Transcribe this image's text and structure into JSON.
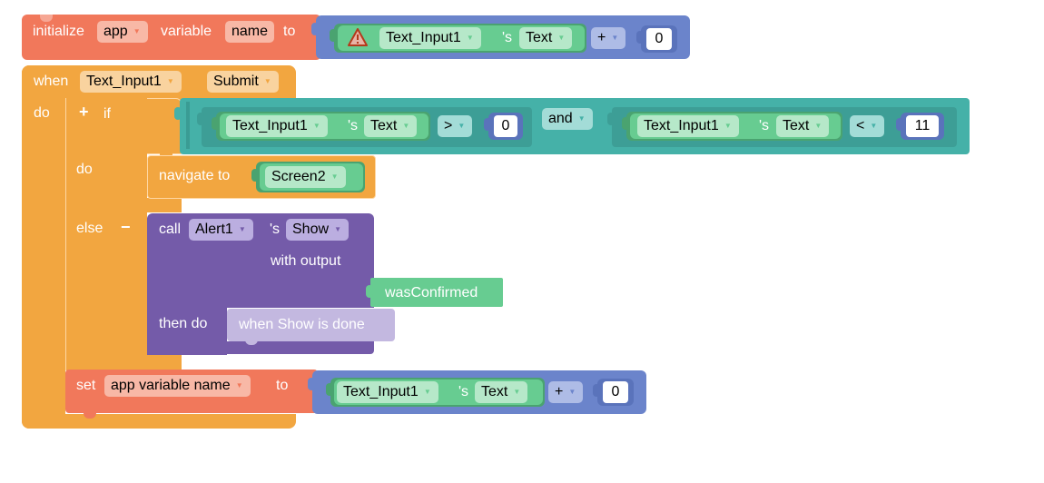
{
  "colors": {
    "variable": "#f1785b",
    "variable_field": "#f8b8a6",
    "control": "#f2a640",
    "control_field": "#f9d39f",
    "math": "#6b84cb",
    "math_field": "#aebce6",
    "component": "#67cc91",
    "component_dark": "#4aa370",
    "component_field": "#b6e8c9",
    "logic": "#45b1a8",
    "logic_field": "#a3dcd7",
    "procedure": "#745ba9",
    "procedure_field": "#bbaee0",
    "callback": "#c3b8e0"
  },
  "init_block": {
    "label_initialize": "initialize",
    "scope": "app",
    "label_variable": "variable",
    "var_name": "name",
    "label_to": "to",
    "warning_icon": "warning-triangle-icon",
    "component": "Text_Input1",
    "possessive": "'s",
    "property": "Text",
    "operator": "+",
    "number": "0"
  },
  "event_block": {
    "label_when": "when",
    "component": "Text_Input1",
    "event": "Submit",
    "label_do": "do"
  },
  "if_block": {
    "label_if": "if",
    "label_do": "do",
    "label_else": "else",
    "mutator_icon": "plus-icon",
    "remove_icon": "minus-icon",
    "left_compare": {
      "component": "Text_Input1",
      "possessive": "'s",
      "property": "Text",
      "operator": ">",
      "number": "0"
    },
    "logic_op": "and",
    "right_compare": {
      "component": "Text_Input1",
      "possessive": "'s",
      "property": "Text",
      "operator": "<",
      "number": "11"
    }
  },
  "navigate_block": {
    "label": "navigate to",
    "screen": "Screen2"
  },
  "call_block": {
    "label_call": "call",
    "component": "Alert1",
    "possessive": "'s",
    "method": "Show",
    "label_with_output": "with output",
    "output_value": "wasConfirmed",
    "label_then_do": "then do",
    "callback": "when Show is done"
  },
  "set_block": {
    "label_set": "set",
    "variable": "app variable name",
    "label_to": "to",
    "component": "Text_Input1",
    "possessive": "'s",
    "property": "Text",
    "operator": "+",
    "number": "0"
  }
}
